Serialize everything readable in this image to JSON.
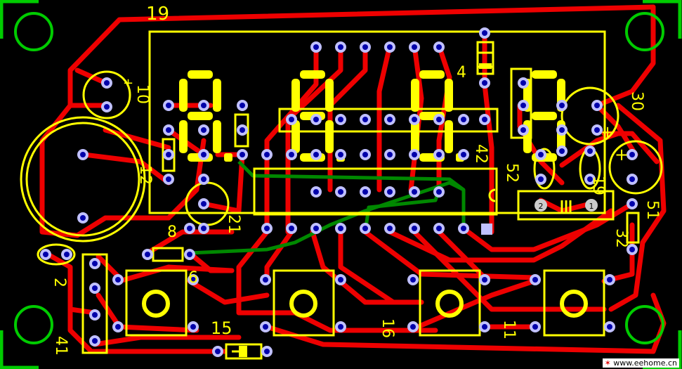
{
  "colors": {
    "background": "#000000",
    "copper_top": "#ee0000",
    "copper_bottom": "#008800",
    "silkscreen": "#ffff00",
    "via_ring": "#c0c0ff",
    "via_hole": "#0000aa",
    "mounting_hole": "#00cc00",
    "digit_segment": "#ffff00"
  },
  "labels": {
    "l19": "19",
    "l10": "10",
    "l4": "4",
    "l30": "30",
    "l12": "12",
    "l42": "42",
    "l52": "52",
    "l21": "21",
    "l51": "51",
    "l8": "8",
    "l32": "32",
    "l6": "6",
    "l1": "1",
    "l2": "2",
    "l15": "15",
    "l16": "16",
    "l11": "11",
    "l41": "41",
    "pin2": "2",
    "pin1": "1"
  },
  "display": {
    "digits": [
      "8.",
      "8.",
      "8.",
      "8"
    ]
  },
  "watermark": {
    "text": "www.eehome.cn",
    "icon": "asterisk-star-icon"
  }
}
